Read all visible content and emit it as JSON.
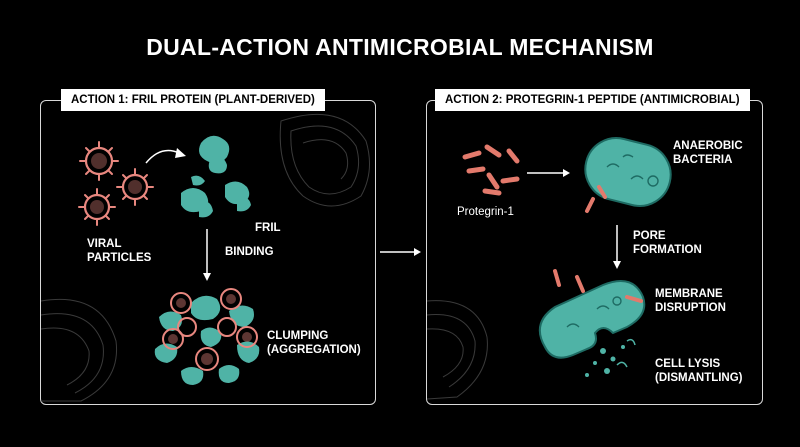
{
  "title": "DUAL-ACTION ANTIMICROBIAL MECHANISM",
  "panel1": {
    "header": "ACTION 1: FRIL PROTEIN (PLANT-DERIVED)",
    "viral_label": "VIRAL\nPARTICLES",
    "fril_label": "FRIL",
    "binding_label": "BINDING",
    "clumping_label": "CLUMPING\n(AGGREGATION)"
  },
  "panel2": {
    "header": "ACTION 2: PROTEGRIN-1 PEPTIDE (ANTIMICROBIAL)",
    "protegrin_label": "Protegrin-1",
    "bacteria_label": "ANAEROBIC\nBACTERIA",
    "pore_label": "PORE\nFORMATION",
    "membrane_label": "MEMBRANE\nDISRUPTION",
    "lysis_label": "CELL LYSIS\n(DISMANTLING)"
  },
  "colors": {
    "background": "#000000",
    "virus": "#e8877f",
    "teal": "#4fb3a6",
    "teal_dark": "#1e6b63",
    "peptide": "#e37a6c",
    "border": "#d9d9d9"
  }
}
